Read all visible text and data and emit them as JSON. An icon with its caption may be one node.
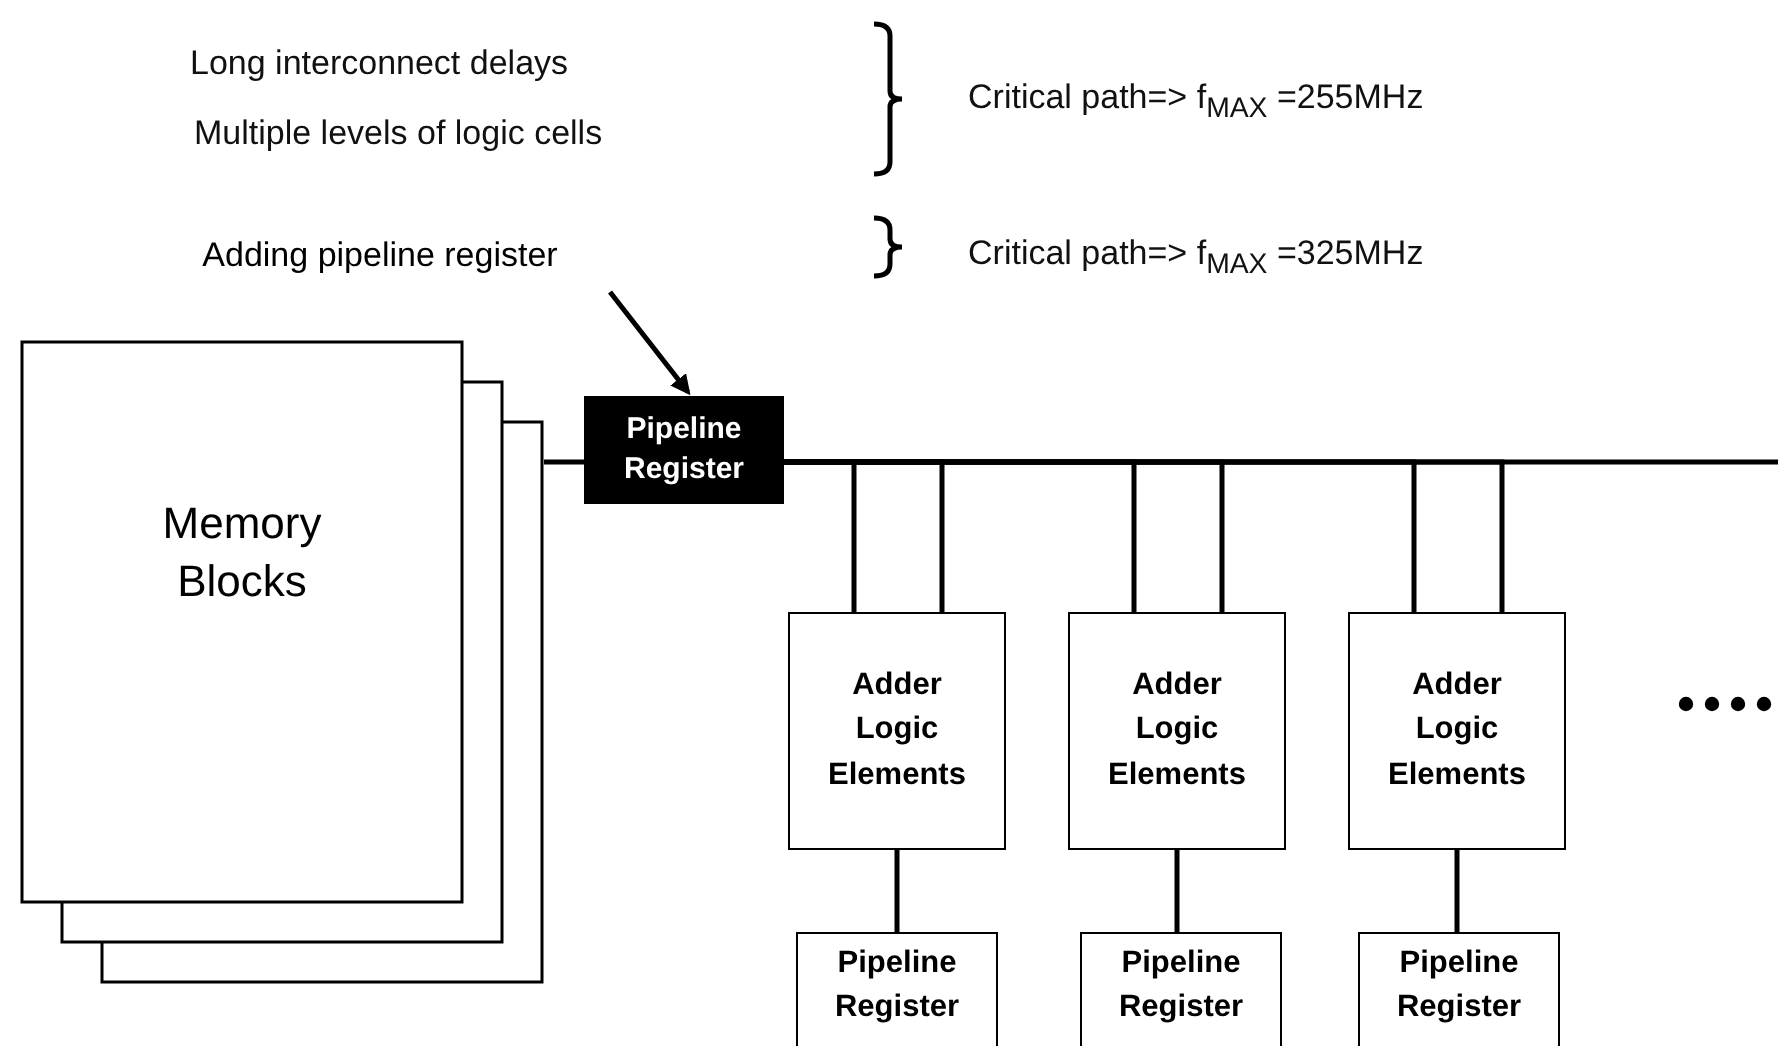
{
  "diagram": {
    "nodes": [
      {
        "text": [
          "Memory Blocks"
        ]
      },
      {
        "text": [
          "Pipeline Register"
        ]
      },
      {
        "text": [
          "Adder Logic Elements"
        ]
      },
      {
        "text": [
          "Adder Logic Elements"
        ]
      },
      {
        "text": [
          "Adder Logic Elements"
        ]
      },
      {
        "text": [
          "Pipeline Register"
        ]
      },
      {
        "text": [
          "Pipeline Register"
        ]
      },
      {
        "text": [
          "Pipeline Register"
        ]
      },
      {
        "text": [
          "Adding pipeline register"
        ]
      }
    ],
    "edges": [
      {
        "from": 8,
        "to": 1,
        "arrow": "to"
      },
      {
        "from": 0,
        "to": 1,
        "arrow": "none"
      },
      {
        "from": 1,
        "to": null,
        "arrow": "none"
      },
      {
        "from": 1,
        "to": 2,
        "arrow": "none"
      },
      {
        "from": 1,
        "to": 2,
        "arrow": "none"
      },
      {
        "from": 1,
        "to": 3,
        "arrow": "none"
      },
      {
        "from": 1,
        "to": 3,
        "arrow": "none"
      },
      {
        "from": 1,
        "to": 4,
        "arrow": "none"
      },
      {
        "from": 1,
        "to": 4,
        "arrow": "none"
      },
      {
        "from": 2,
        "to": 5,
        "arrow": "none"
      },
      {
        "from": 3,
        "to": 6,
        "arrow": "none"
      },
      {
        "from": 4,
        "to": 7,
        "arrow": "none"
      }
    ],
    "labels": [
      "Long interconnect delays",
      "Multiple levels of logic cells",
      "Critical path=> f$_{MAX}$ =255MHz",
      "Critical path=> f$_{MAX}$ =325MHz"
    ]
  }
}
